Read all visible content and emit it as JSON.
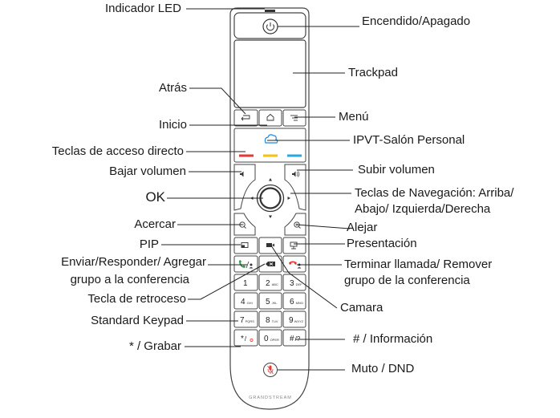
{
  "labels": {
    "led": "Indicador LED",
    "power": "Encendido/Apagado",
    "trackpad": "Trackpad",
    "back": "Atrás",
    "menu": "Menú",
    "home": "Inicio",
    "ipvt": "IPVT-Salón Personal",
    "hotkeys": "Teclas de acceso directo",
    "vol_down": "Bajar volumen",
    "vol_up": "Subir volumen",
    "ok": "OK",
    "nav_line1": "Teclas de Navegación: Arriba/",
    "nav_line2": "Abajo/ Izquierda/Derecha",
    "zoom_in": "Acercar",
    "zoom_out": "Alejar",
    "pip": "PIP",
    "presentation": "Presentación",
    "send_line1": "Enviar/Responder/ Agregar",
    "send_line2": "grupo a la conferencia",
    "end_line1": "Terminar llamada/ Remover",
    "end_line2": "grupo de la conferencia",
    "backspace": "Tecla de retroceso",
    "camera": "Camara",
    "keypad": "Standard Keypad",
    "hash": "# / Información",
    "star": "* / Grabar",
    "mute": "Muto / DND"
  },
  "keys": {
    "row1": [
      {
        "d": "1",
        "s": ""
      },
      {
        "d": "2",
        "s": "ABC"
      },
      {
        "d": "3",
        "s": "DEF"
      }
    ],
    "row2": [
      {
        "d": "4",
        "s": "GHI"
      },
      {
        "d": "5",
        "s": "JKL"
      },
      {
        "d": "6",
        "s": "MNO"
      }
    ],
    "row3": [
      {
        "d": "7",
        "s": "PQRS"
      },
      {
        "d": "8",
        "s": "TUV"
      },
      {
        "d": "9",
        "s": "WXYZ"
      }
    ],
    "row4": [
      {
        "d": "*",
        "s": "/"
      },
      {
        "d": "0",
        "s": "OPER"
      },
      {
        "d": "#",
        "s": "/?"
      }
    ]
  },
  "brand": "GRANDSTREAM",
  "colors": {
    "red_hotkey": "#e53935",
    "yellow_hotkey": "#f4c20d",
    "blue_hotkey": "#29a8e0",
    "accent_icon": "#1e88e5",
    "call_green": "#2e9e45",
    "end_red": "#e53935"
  }
}
